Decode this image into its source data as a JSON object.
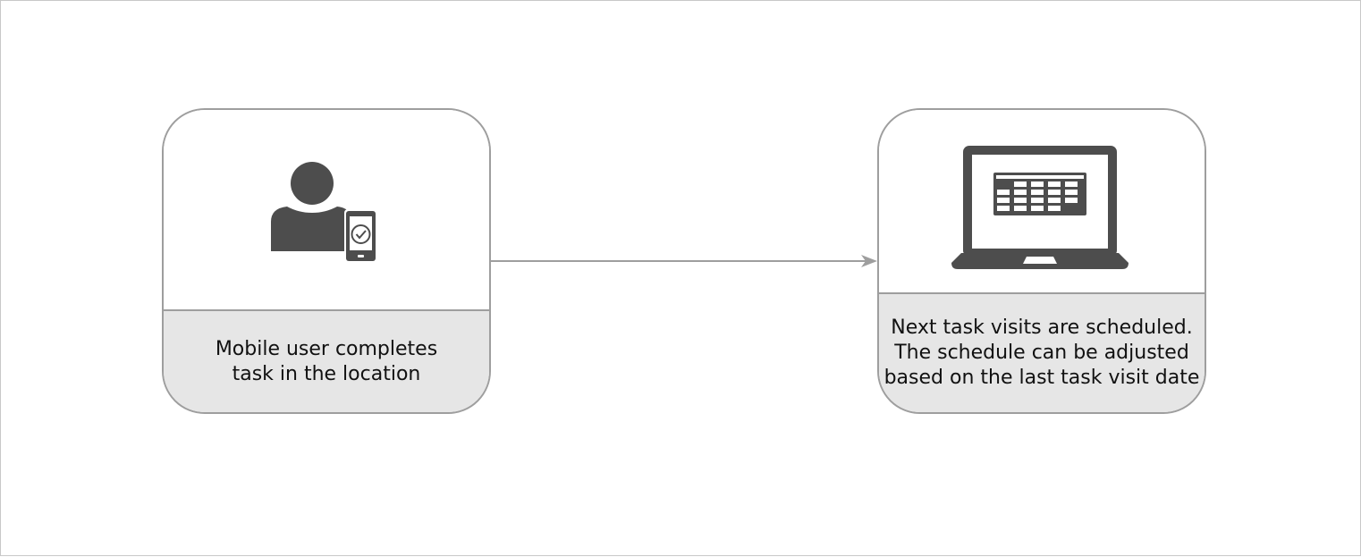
{
  "diagram": {
    "nodes": [
      {
        "id": "mobile-task",
        "icon": "mobile-user-check-icon",
        "caption": "Mobile user completes\ntask in the location"
      },
      {
        "id": "schedule",
        "icon": "laptop-calendar-icon",
        "caption": "Next task visits are scheduled.\nThe schedule can be adjusted\nbased on the last task visit date"
      }
    ],
    "edges": [
      {
        "from": "mobile-task",
        "to": "schedule"
      }
    ],
    "colors": {
      "border": "#9e9e9e",
      "caption_bg": "#e6e6e6",
      "icon": "#4d4d4d",
      "arrow": "#9e9e9e"
    }
  }
}
